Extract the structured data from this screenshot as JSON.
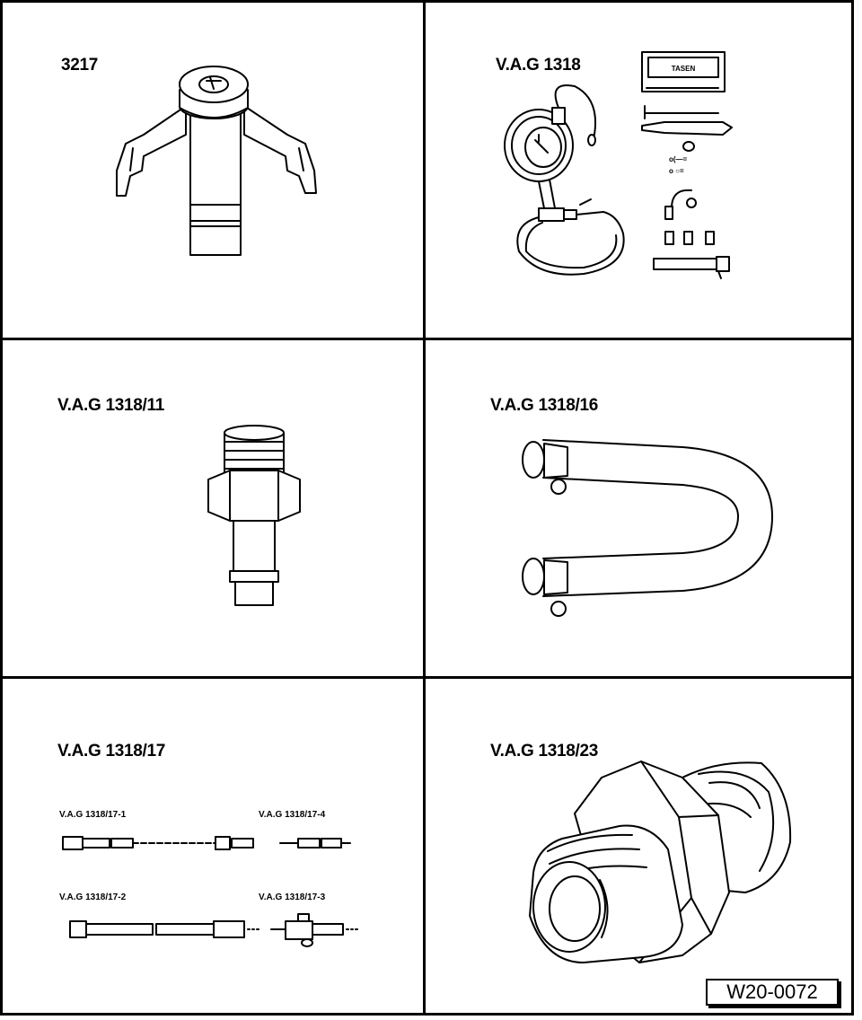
{
  "panels": [
    {
      "label": "3217"
    },
    {
      "label": "V.A.G 1318",
      "pad_text": "TASEN"
    },
    {
      "label": "V.A.G 1318/11"
    },
    {
      "label": "V.A.G 1318/16"
    },
    {
      "label": "V.A.G 1318/17",
      "sub_labels": [
        "V.A.G 1318/17-1",
        "V.A.G 1318/17-4",
        "V.A.G 1318/17-2",
        "V.A.G 1318/17-3"
      ]
    },
    {
      "label": "V.A.G 1318/23"
    }
  ],
  "figure_ref": "W20-0072"
}
